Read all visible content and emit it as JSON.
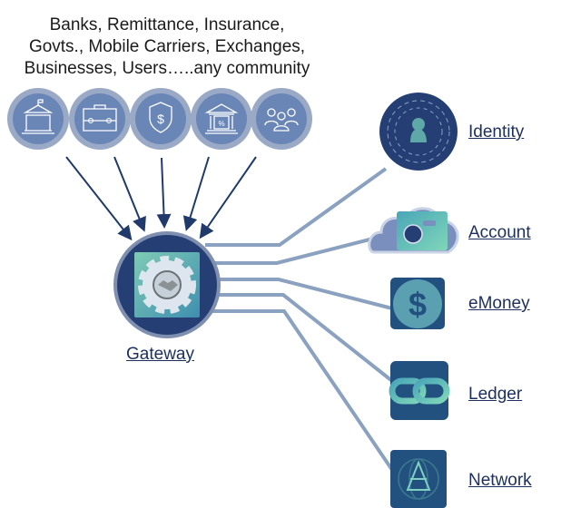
{
  "header_lines": [
    "Banks, Remittance, Insurance,",
    "Govts., Mobile Carriers, Exchanges,",
    "Businesses, Users…..any community"
  ],
  "community_icons": [
    "government-building-icon",
    "briefcase-icon",
    "shield-dollar-icon",
    "bank-percent-icon",
    "users-group-icon"
  ],
  "gateway": {
    "label": "Gateway",
    "icon": "gear-handshake-icon"
  },
  "services": [
    {
      "label": "Identity",
      "icon": "identity-fingerprint-icon"
    },
    {
      "label": "Account",
      "icon": "cloud-wallet-icon"
    },
    {
      "label": "eMoney",
      "icon": "dollar-coin-icon"
    },
    {
      "label": "Ledger",
      "icon": "chain-link-icon"
    },
    {
      "label": "Network",
      "icon": "globe-network-icon"
    }
  ],
  "colors": {
    "arrow": "#1f3a6b",
    "connector": "#8aa1bf",
    "navy": "#253f74",
    "teal": "#6cc3b4"
  }
}
